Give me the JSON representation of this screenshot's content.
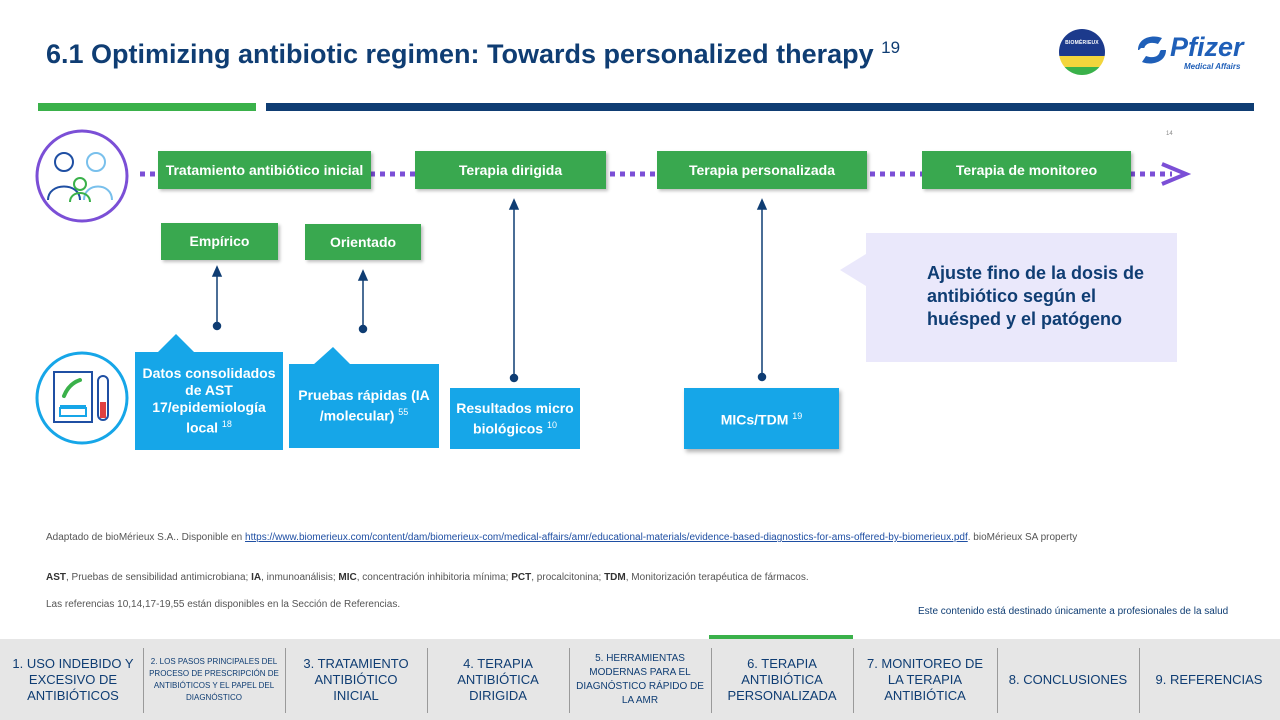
{
  "header": {
    "title": "6.1 Optimizing antibiotic regimen: Towards personalized therapy",
    "title_ref": "19",
    "logo_biomerieux": "BIOMÉRIEUX",
    "logo_pfizer": "Pfizer",
    "logo_pfizer_sub": "Medical Affairs"
  },
  "slide_number": "14",
  "flow": {
    "stages": [
      "Tratamiento antibiótico inicial",
      "Terapia dirigida",
      "Terapia personalizada",
      "Terapia de monitoreo"
    ],
    "initial_options": [
      "Empírico",
      "Orientado"
    ],
    "inputs": [
      {
        "text": "Datos consolidados de AST 17/epidemiología local",
        "ref": "18"
      },
      {
        "text": "Pruebas rápidas (IA /molecular)",
        "ref": "55"
      },
      {
        "text": "Resultados microbiológicos",
        "ref": "10"
      },
      {
        "text": "MICs/TDM",
        "ref": "19"
      }
    ],
    "callout": "Ajuste fino de la dosis de antibiótico según el huésped y el patógeno"
  },
  "footnotes": {
    "source_prefix": "Adaptado de bioMérieux S.A.. Disponible en",
    "source_url": "https://www.biomerieux.com/content/dam/biomerieux-com/medical-affairs/amr/educational-materials/evidence-based-diagnostics-for-ams-offered-by-biomerieux.pdf",
    "source_suffix": ". bioMérieux SA property",
    "abbreviations": [
      {
        "abbr": "AST",
        "def": ", Pruebas de sensibilidad antimicrobiana;  "
      },
      {
        "abbr": "IA",
        "def": ", inmunoanálisis;  "
      },
      {
        "abbr": "MIC",
        "def": ", concentración inhibitoria mínima;   "
      },
      {
        "abbr": "PCT",
        "def": ", procalcitonina;  "
      },
      {
        "abbr": "TDM",
        "def": ", Monitorización terapéutica de fármacos."
      }
    ],
    "references": "Las referencias 10,14,17-19,55 están disponibles en la Sección de Referencias.",
    "disclaimer": "Este contenido está destinado únicamente a profesionales de la salud"
  },
  "nav": [
    "1. USO INDEBIDO Y EXCESIVO DE ANTIBIÓTICOS",
    "2. LOS PASOS PRINCIPALES DEL PROCESO DE PRESCRIPCIÓN DE ANTIBIÓTICOS Y EL PAPEL DEL DIAGNÓSTICO",
    "3. TRATAMIENTO ANTIBIÓTICO INICIAL",
    "4. TERAPIA ANTIBIÓTICA DIRIGIDA",
    "5. HERRAMIENTAS MODERNAS PARA EL DIAGNÓSTICO RÁPIDO DE LA AMR",
    "6. TERAPIA ANTIBIÓTICA PERSONALIZADA",
    "7. MONITOREO DE LA TERAPIA ANTIBIÓTICA",
    "8. CONCLUSIONES",
    "9. REFERENCIAS"
  ],
  "colors": {
    "navy": "#0f3d73",
    "green": "#39a84f",
    "blue": "#16a6e8",
    "purple": "#7b4fd6",
    "callout_bg": "#eae8fb"
  }
}
